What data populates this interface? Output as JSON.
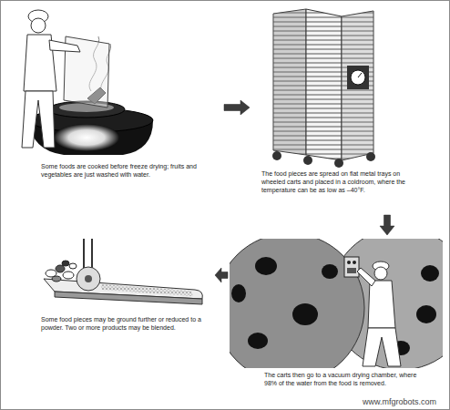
{
  "diagram": {
    "nodes": [
      {
        "text": [
          "Some foods are cooked before freeze drying; fruits and vegetables are just washed with water."
        ]
      },
      {
        "text": [
          "The food pieces are spread on flat metal trays on wheeled carts and placed in a coldroom, where the temperature can be as low as –40°F."
        ]
      },
      {
        "text": [
          "Some food pieces may be ground further or reduced to a powder. Two or more products may be blended."
        ]
      },
      {
        "text": [
          "The carts then go to a vacuum drying chamber, where 98% of the water from the food is removed."
        ]
      }
    ],
    "edges": [
      {
        "from": 0,
        "to": 1,
        "arrow": "to"
      },
      {
        "from": 1,
        "to": 3,
        "arrow": "to"
      },
      {
        "from": 3,
        "to": 2,
        "arrow": "to"
      }
    ],
    "labels": [
      "www.mfgrobots.com"
    ]
  }
}
